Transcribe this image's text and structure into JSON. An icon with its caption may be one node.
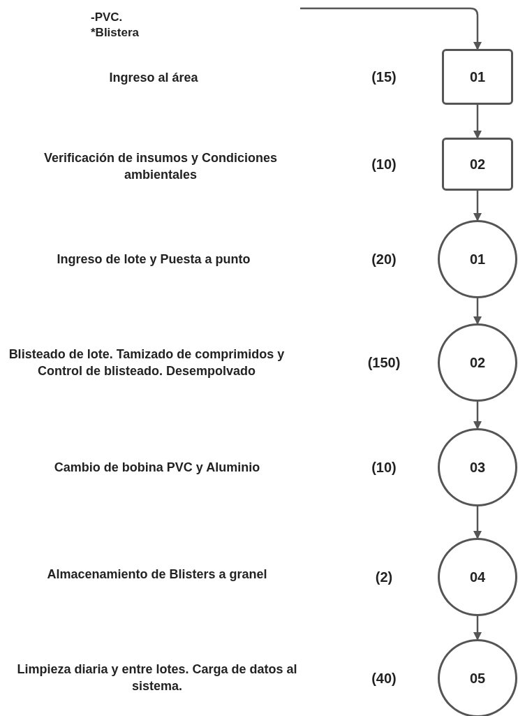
{
  "diagram": {
    "nodes": [
      {
        "text": [
          "01"
        ],
        "beside": [
          "(15)"
        ]
      },
      {
        "text": [
          "02"
        ],
        "beside": [
          "(10)"
        ]
      },
      {
        "text": [
          "01"
        ],
        "beside": [
          "(20)"
        ]
      },
      {
        "text": [
          "02"
        ],
        "beside": [
          "(150)"
        ]
      },
      {
        "text": [
          "03"
        ],
        "beside": [
          "(10)"
        ]
      },
      {
        "text": [
          "04"
        ],
        "beside": [
          "(2)"
        ]
      },
      {
        "text": [
          "05"
        ],
        "beside": [
          "(40)"
        ]
      }
    ],
    "edges": [
      {
        "from": null,
        "to": 0,
        "arrow": "to"
      },
      {
        "from": 0,
        "to": 1,
        "arrow": "to"
      },
      {
        "from": 1,
        "to": 2,
        "arrow": "to"
      },
      {
        "from": 2,
        "to": 3,
        "arrow": "to"
      },
      {
        "from": 3,
        "to": 4,
        "arrow": "to"
      },
      {
        "from": 4,
        "to": 5,
        "arrow": "to"
      },
      {
        "from": 5,
        "to": 6,
        "arrow": "to"
      }
    ],
    "labels": [
      "-PVC. *Blistera",
      "Ingreso al área",
      "Verificación de insumos y Condiciones ambientales",
      "Ingreso de lote y Puesta a punto",
      "Blisteado de lote. Tamizado de comprimidos y Control de blisteado. Desempolvado",
      "Cambio de bobina PVC y Aluminio",
      "Almacenamiento de Blisters a granel",
      "Limpieza diaria y entre lotes. Carga de datos al sistema."
    ]
  }
}
